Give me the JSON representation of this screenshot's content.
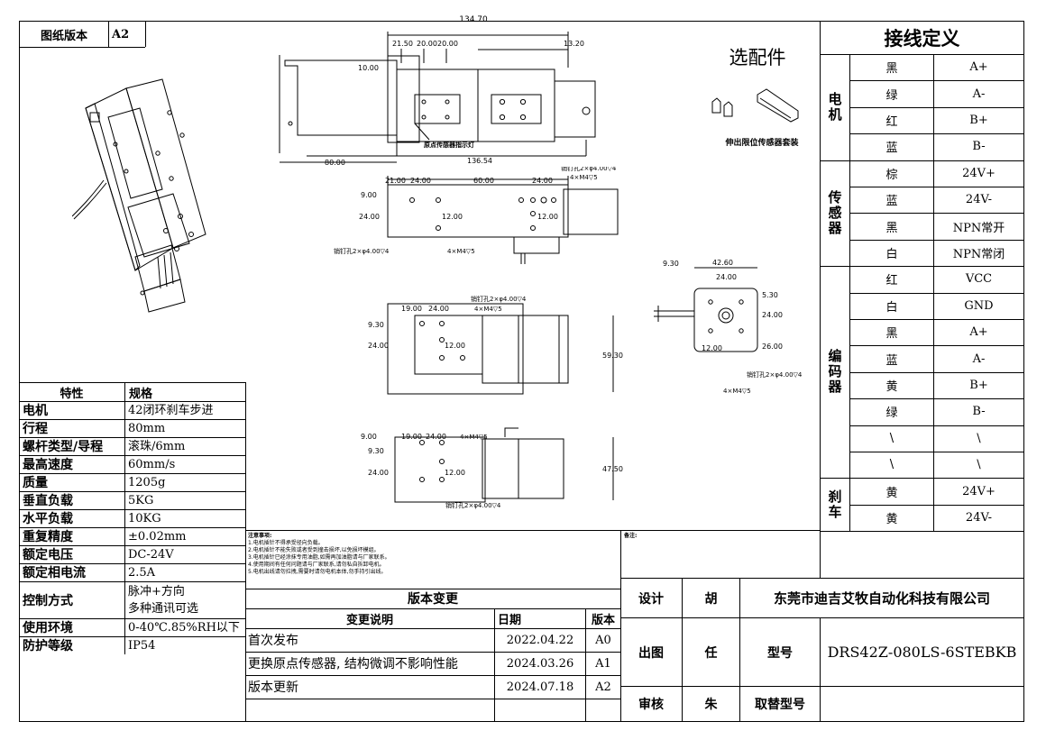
{
  "header": {
    "label": "图纸版本",
    "version": "A2"
  },
  "options": {
    "title": "选配件",
    "caption": "伸出限位传感器套装"
  },
  "wiring": {
    "title": "接线定义",
    "groups": [
      {
        "name": "电机",
        "rows": [
          [
            "黑",
            "A+"
          ],
          [
            "绿",
            "A-"
          ],
          [
            "红",
            "B+"
          ],
          [
            "蓝",
            "B-"
          ]
        ]
      },
      {
        "name": "传感器",
        "rows": [
          [
            "棕",
            "24V+"
          ],
          [
            "蓝",
            "24V-"
          ],
          [
            "黑",
            "NPN常开"
          ],
          [
            "白",
            "NPN常闭"
          ]
        ]
      },
      {
        "name": "编码器",
        "rows": [
          [
            "红",
            "VCC"
          ],
          [
            "白",
            "GND"
          ],
          [
            "黑",
            "A+"
          ],
          [
            "蓝",
            "A-"
          ],
          [
            "黄",
            "B+"
          ],
          [
            "绿",
            "B-"
          ],
          [
            "\\",
            "\\"
          ],
          [
            "\\",
            "\\"
          ]
        ]
      },
      {
        "name": "刹车",
        "rows": [
          [
            "黄",
            "24V+"
          ],
          [
            "黄",
            "24V-"
          ]
        ]
      }
    ]
  },
  "specs": {
    "header": [
      "特性",
      "规格"
    ],
    "rows": [
      [
        "电机",
        "42闭环刹车步进"
      ],
      [
        "行程",
        "80mm"
      ],
      [
        "螺杆类型/导程",
        "滚珠/6mm"
      ],
      [
        "最高速度",
        "60mm/s"
      ],
      [
        "质量",
        "1205g"
      ],
      [
        "垂直负载",
        "5KG"
      ],
      [
        "水平负载",
        "10KG"
      ],
      [
        "重复精度",
        "±0.02mm"
      ],
      [
        "额定电压",
        "DC-24V"
      ],
      [
        "额定相电流",
        "2.5A"
      ],
      [
        "控制方式",
        "脉冲+方向\n多种通讯可选"
      ],
      [
        "使用环境",
        "0-40℃.85%RH以下"
      ],
      [
        "防护等级",
        "IP54"
      ]
    ]
  },
  "notes": {
    "title": "注意事项:",
    "lines": [
      "1.电机插针不得承受径向负载。",
      "2.电机插针不能失败或者受到撞击损坏,以免损坏模组。",
      "3.电机插针已经涂抹专用油脂,如需再加油脂请与厂家联系。",
      "4.使用期间有任何问题请与厂家联系,请勿私自拆卸电机。",
      "5.电机出线请勿拉拽,需要时请勿电机本体,勿手持引出线。"
    ],
    "remark": "备注:"
  },
  "revisions": {
    "title": "版本变更",
    "headers": [
      "变更说明",
      "日期",
      "版本"
    ],
    "rows": [
      [
        "首次发布",
        "2022.04.22",
        "A0"
      ],
      [
        "更换原点传感器, 结构微调不影响性能",
        "2024.03.26",
        "A1"
      ],
      [
        "版本更新",
        "2024.07.18",
        "A2"
      ]
    ]
  },
  "titleblock": {
    "design_label": "设计",
    "design_name": "胡",
    "company": "东莞市迪吉艾牧自动化科技有限公司",
    "draw_label": "出图",
    "draw_name": "任",
    "model_label": "型号",
    "model": "DRS42Z-080LS-6STEBKB",
    "check_label": "审核",
    "check_name": "朱",
    "replace_label": "取替型号",
    "replace": ""
  },
  "drawing": {
    "top": {
      "d1": "134.70",
      "d2": "21.50",
      "d3": "20.00",
      "d4": "20.00",
      "d5": "13.20",
      "d6": "10.00",
      "d7": "80.00",
      "d8": "136.54",
      "label": "原点传感器指示灯"
    },
    "v2": {
      "d1": "21.00",
      "d2": "24.00",
      "d3": "60.00",
      "d4": "24.00",
      "d5": "9.00",
      "d6": "24.00",
      "d7": "12.00",
      "d8": "12.00",
      "pin": "销钉孔2×φ4.00▽4",
      "hole": "4×M4▽5"
    },
    "v3": {
      "d1": "19.00",
      "d2": "24.00",
      "d3": "9.30",
      "d4": "24.00",
      "d5": "12.00",
      "d6": "59.30",
      "pin": "销钉孔2×φ4.00▽4",
      "hole": "4×M4▽5"
    },
    "v4": {
      "d1": "9.00",
      "d2": "19.00",
      "d3": "24.00",
      "d4": "9.30",
      "d5": "24.00",
      "d6": "12.00",
      "d7": "47.50",
      "pin": "销钉孔2×φ4.00▽4",
      "hole": "4×M4▽5"
    },
    "side": {
      "d1": "9.30",
      "d2": "42.60",
      "d3": "24.00",
      "d4": "5.30",
      "d5": "24.00",
      "d6": "12.00",
      "d7": "26.00",
      "pin": "销钉孔2×φ4.00▽4",
      "hole": "4×M4▽5"
    }
  }
}
